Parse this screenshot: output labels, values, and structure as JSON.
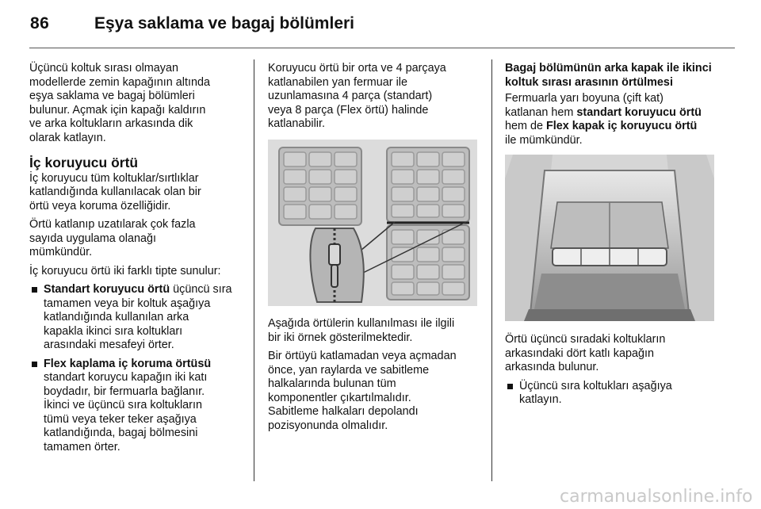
{
  "header": {
    "page_number": "86",
    "title": "Eşya saklama ve bagaj bölümleri"
  },
  "col1": {
    "intro": "Üçüncü koltuk sırası olmayan\nmodellerde zemin kapağının altında\neşya saklama ve bagaj bölümleri\nbulunur. Açmak için kapağı kaldırın\nve arka koltukların arkasında dik\nolarak katlayın.",
    "heading": "İç koruyucu örtü",
    "p1": "İç koruyucu tüm koltuklar/sırtlıklar\nkatlandığında kullanılacak olan bir\nörtü veya koruma özelliğidir.",
    "p2": "Örtü katlanıp uzatılarak çok fazla\nsayıda uygulama olanağı\nmümkündür.",
    "p3": "İç koruyucu örtü iki farklı tipte sunulur:",
    "bullets": [
      {
        "bold": "Standart koruyucu örtü",
        "rest": " üçüncü sıra\ntamamen veya bir koltuk aşağıya\nkatlandığında kullanılan arka\nkapakla ikinci sıra koltukları\narasındaki mesafeyi örter."
      },
      {
        "bold": "Flex kaplama iç koruma örtüsü",
        "rest": "\nstandart koruycu kapağın iki katı\nboydadır, bir fermuarla bağlanır.\nİkinci ve üçüncü sıra koltukların\ntümü veya teker teker aşağıya\nkatlandığında, bagaj bölmesini\ntamamen örter."
      }
    ]
  },
  "col2": {
    "p1": "Koruyucu örtü bir orta ve 4 parçaya\nkatlanabilen yan fermuar ile\nuzunlamasına 4 parça (standart)\nveya 8 parça (Flex örtü) halinde\nkatlanabilir.",
    "p2": "Aşağıda örtülerin kullanılması ile ilgili\nbir iki örnek gösterilmektedir.",
    "p3": "Bir örtüyü katlamadan veya açmadan\nönce, yan raylarda ve sabitleme\nhalkalarında bulunan tüm\nkomponentler çıkartılmalıdır.\nSabitleme halkaları depolandı\npozisyonunda olmalıdır."
  },
  "col3": {
    "subhead": "Bagaj bölümünün arka kapak ile ikinci\nkoltuk sırası arasının örtülmesi",
    "p1_a": "Fermuarla yarı boyuna (çift kat)\nkatlanan hem ",
    "p1_b": "standart koruyucu örtü",
    "p1_c": "\nhem de ",
    "p1_d": "Flex kapak iç koruyucu örtü",
    "p1_e": "\nile mümkündür.",
    "p2": "Örtü üçüncü sıradaki koltukların\narkasındaki dört katlı kapağın\narkasında bulunur.",
    "bullet": "Üçüncü sıra koltukları aşağıya\nkatlayın."
  },
  "watermark": "carmanualsonline.info"
}
